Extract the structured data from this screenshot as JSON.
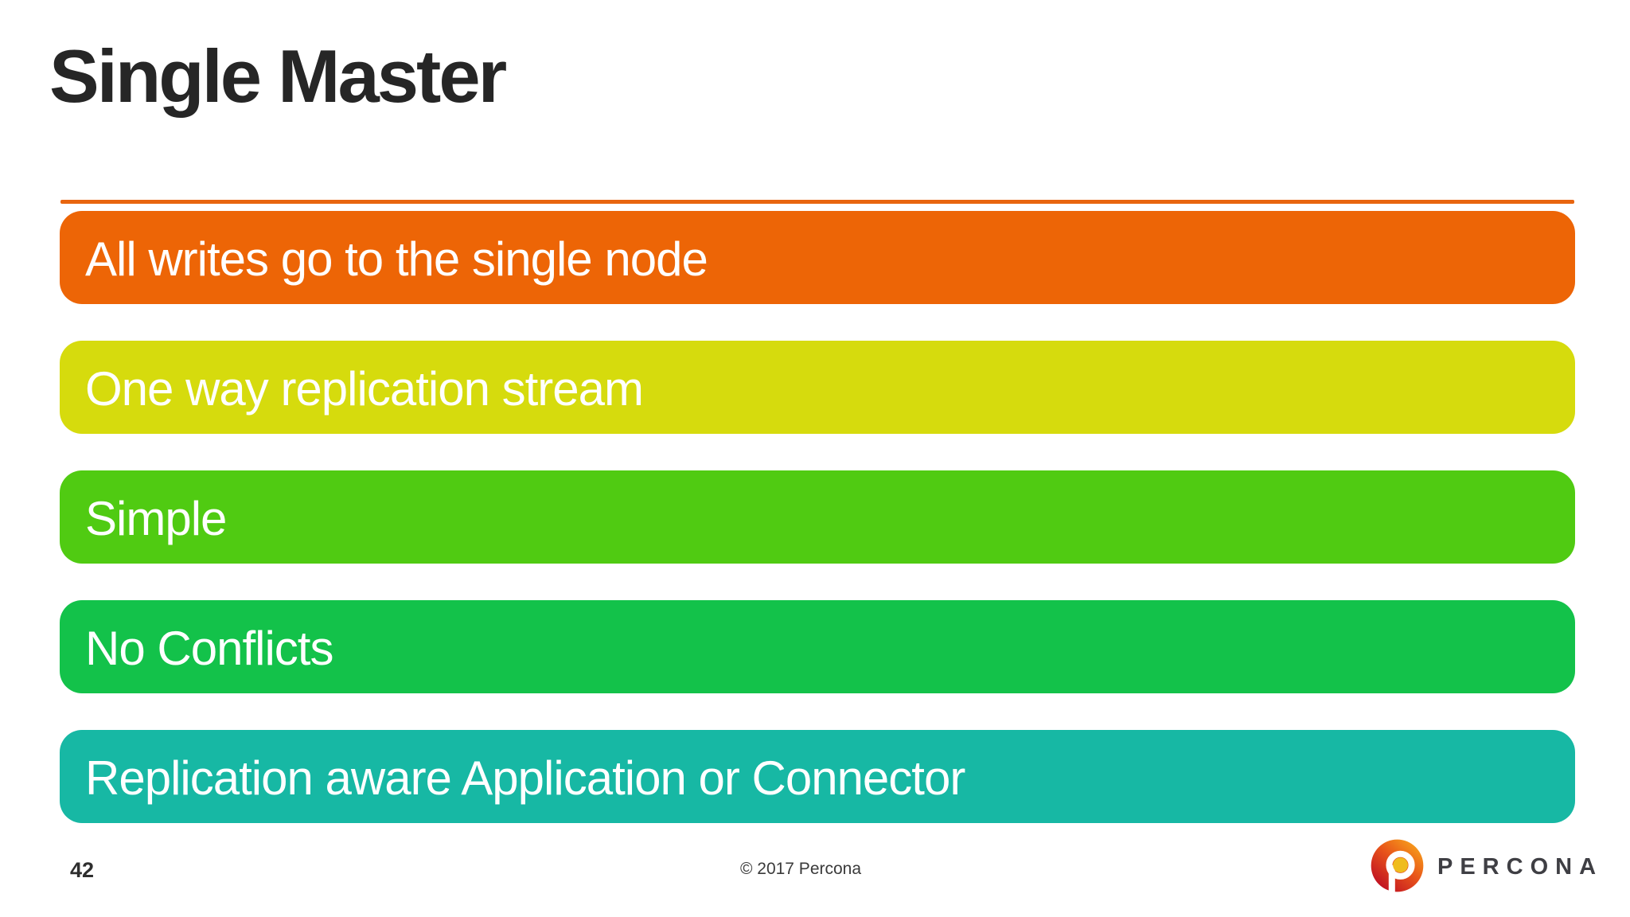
{
  "slide": {
    "title": "Single Master",
    "title_color": "#262626",
    "accent_rule_color": "#E8650F"
  },
  "bars": [
    {
      "label": "All writes go to the single node",
      "color": "#ED6506"
    },
    {
      "label": "One way replication stream",
      "color": "#D6DB0D"
    },
    {
      "label": "Simple",
      "color": "#50CB12"
    },
    {
      "label": "No Conflicts",
      "color": "#13C24A"
    },
    {
      "label": "Replication aware Application or Connector",
      "color": "#17B8A4"
    }
  ],
  "footer": {
    "page_number": "42",
    "copyright": "© 2017 Percona",
    "logo": {
      "wordmark": "PERCONA",
      "wordmark_color": "#3F3F44",
      "icon": "percona-logo-icon",
      "mark_gradient_top": "#F7A01B",
      "mark_gradient_mid": "#E8541A",
      "mark_gradient_bottom": "#BE0D23",
      "mark_gold": "#EFBC1E"
    }
  }
}
